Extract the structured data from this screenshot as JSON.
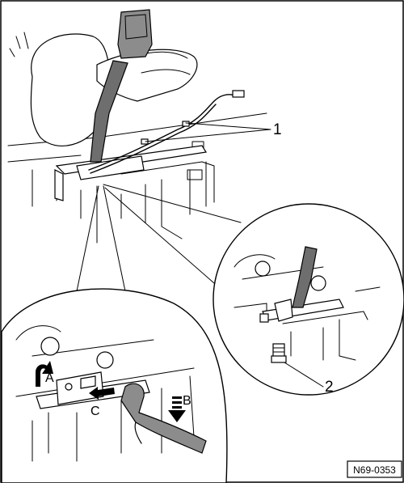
{
  "figure": {
    "reference_code": "N69-0353",
    "callouts": {
      "one": "1",
      "two": "2",
      "a": "A",
      "b": "B",
      "c": "C"
    }
  }
}
